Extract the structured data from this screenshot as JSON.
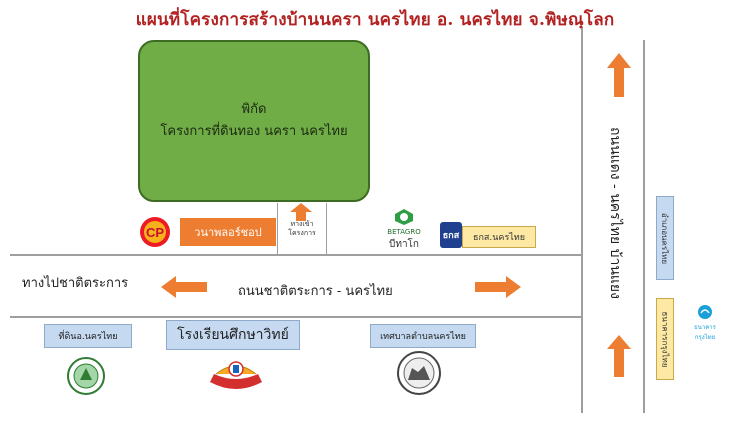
{
  "title": "แผนที่โครงการสร้างบ้านนครา นครไทย  อ. นครไทย จ.พิษณุโลก",
  "project": {
    "line1": "พิกัด",
    "line2": "โครงการที่ดินทอง นครา นครไทย",
    "color": "#70ad47"
  },
  "landmarks": {
    "cp_logo": "CP",
    "shop": "วนาพลอร์ชอป",
    "entrance": "ทางเข้า\nโครงการ",
    "betagro_logo": "BETAGRO",
    "betagro_label": "บีทาโก",
    "bank_logo": "ธกส",
    "bank": "ธกส.นครไทย",
    "land_office": "ที่ดินอ.นครไทย",
    "school": "โรงเรียนศึกษาวิทย์",
    "municipality": "เทศบาลตำบลนครไทย",
    "district_office": "อำเภอนครไทย",
    "krungthai_bank": "ธนาคารกรุงไทย",
    "krungthai_logo": "ธนาคารกรุงไทย"
  },
  "roads": {
    "main": "ถนนชาติตระการ - นครไทย",
    "to_chat": "ทางไปชาติตระการ",
    "vertical": "ถนนแดง - นครไทย บ้านแยง"
  },
  "colors": {
    "arrow": "#ed7d31",
    "road_line": "#9e9e9e",
    "title": "#b22222"
  }
}
